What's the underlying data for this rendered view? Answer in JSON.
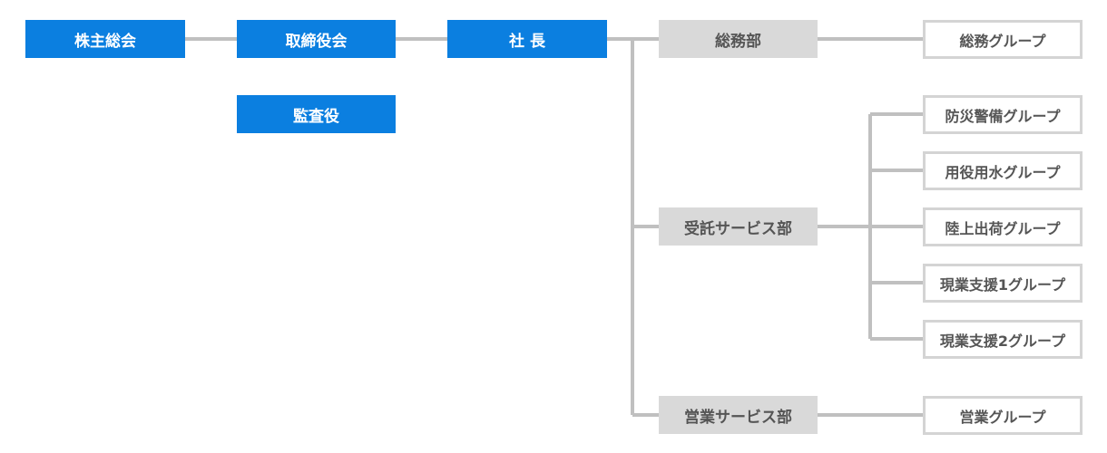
{
  "colors": {
    "executive_fill": "#0b7fe0",
    "department_fill": "#d9d9d9",
    "group_border": "#d4d4d4",
    "connector": "#c0c0c0"
  },
  "executives": {
    "shareholders": "株主総会",
    "board": "取締役会",
    "auditor": "監査役",
    "president": "社 長"
  },
  "departments": {
    "general_affairs": "総務部",
    "consignment_services": "受託サービス部",
    "sales_services": "営業サービス部"
  },
  "groups": {
    "general_affairs": "総務グループ",
    "disaster_security": "防災警備グループ",
    "utility_water": "用役用水グループ",
    "land_shipping": "陸上出荷グループ",
    "field_support_1": "現業支援1グループ",
    "field_support_2": "現業支援2グループ",
    "sales": "営業グループ"
  }
}
